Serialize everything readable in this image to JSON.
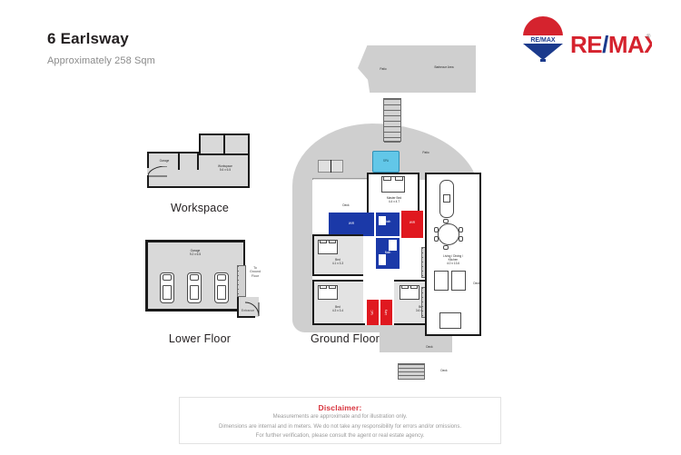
{
  "header": {
    "title": "6 Earlsway",
    "subtitle": "Approximately 258 Sqm"
  },
  "brand": {
    "name": "RE/MAX",
    "balloon_label": "RE/MAX",
    "trademark": "®",
    "colors": {
      "red": "#d5232e",
      "blue": "#1b3a8c",
      "wordmark_red": "#d5232e",
      "wordmark_blue": "#1b3a8c"
    }
  },
  "plans": [
    {
      "id": "workspace",
      "title": "Workspace"
    },
    {
      "id": "lower-floor",
      "title": "Lower Floor"
    },
    {
      "id": "ground-floor",
      "title": "Ground Floor"
    }
  ],
  "workspace": {
    "title": "Workspace",
    "rooms": [
      {
        "name": "Garage",
        "label": "Garage"
      },
      {
        "name": "Workspace",
        "label": "Workspace\n5.6 x 6.5"
      }
    ]
  },
  "lower_floor": {
    "title": "Lower Floor",
    "rooms": [
      {
        "name": "Garage",
        "label": "Garage\n9.2 x 6.5"
      }
    ],
    "annotations": [
      {
        "name": "to-ground-floor",
        "label": "To\nGround\nFloor"
      },
      {
        "name": "entrance",
        "label": "Entrance"
      }
    ],
    "car_spaces": 3
  },
  "ground_floor": {
    "title": "Ground Floor",
    "rooms": [
      {
        "name": "master-bed",
        "label": "Master Bed\n4.4 x 4.7"
      },
      {
        "name": "bed-left-upper",
        "label": "Bed\n4.1 x 3.3"
      },
      {
        "name": "bed-left-lower",
        "label": "Bed\n4.3 x 3.4"
      },
      {
        "name": "bed-right-lower",
        "label": "Bed\n3.6 x 3.4"
      },
      {
        "name": "living-dining-kitchen",
        "label": "Living / Dining /\nKitchen\n4.0 x 13.6"
      },
      {
        "name": "ensuite",
        "label": "Bath"
      },
      {
        "name": "bath",
        "label": "Bath"
      },
      {
        "name": "wir",
        "label": "WIR"
      },
      {
        "name": "utility",
        "label": "Utility"
      },
      {
        "name": "wc-left",
        "label": "WC"
      },
      {
        "name": "wc-mid",
        "label": "WC"
      },
      {
        "name": "laundry",
        "label": "Ldry"
      }
    ],
    "outdoor": [
      {
        "name": "patio-upper-left",
        "label": "Patio"
      },
      {
        "name": "barbecue-area",
        "label": "Barbecue Area"
      },
      {
        "name": "patio-mid",
        "label": "Patio"
      },
      {
        "name": "spa",
        "label": "SPA"
      },
      {
        "name": "deck-upper-left",
        "label": "Deck"
      },
      {
        "name": "deck-right",
        "label": "Deck"
      },
      {
        "name": "deck-lower",
        "label": "Deck"
      },
      {
        "name": "deck-bottom",
        "label": "Deck"
      }
    ]
  },
  "disclaimer": {
    "heading": "Disclaimer:",
    "lines": [
      "Measurements are approximate and for illustration only.",
      "Dimensions are internal and in meters. We do not take any responsibility for errors and/or omissions.",
      "For further verification, please consult the agent or real estate agency."
    ]
  }
}
